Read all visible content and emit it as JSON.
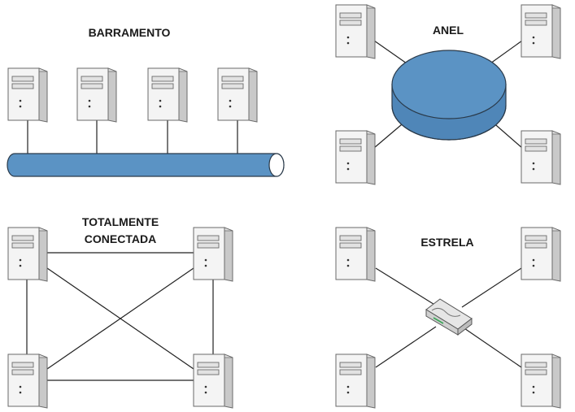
{
  "colors": {
    "cable_fill": "#5b93c4",
    "cable_stroke": "#2a3a4a",
    "ring_fill": "#5b93c4",
    "server_front": "#f4f4f4",
    "server_side": "#c9c9c9",
    "server_outline": "#6a6a6a",
    "line": "#222222",
    "text": "#1a1a1a",
    "switch_top": "#e6e6e6",
    "switch_side": "#bdbdbd",
    "switch_led": "#3aa657"
  },
  "icons": {
    "server": "server-tower-icon",
    "switch": "network-switch-icon"
  },
  "topologies": {
    "bus": {
      "title": "BARRAMENTO",
      "node_count": 4
    },
    "ring": {
      "title": "ANEL",
      "node_count": 4
    },
    "mesh": {
      "title_line1": "TOTALMENTE",
      "title_line2": "CONECTADA",
      "node_count": 4
    },
    "star": {
      "title": "ESTRELA",
      "node_count": 4
    }
  }
}
